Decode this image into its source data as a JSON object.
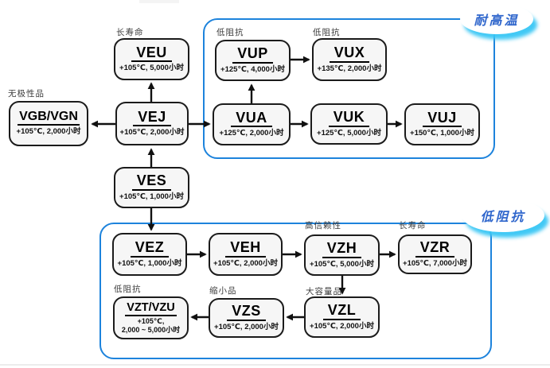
{
  "groups": [
    {
      "label": "耐高温",
      "members": [
        "VUP",
        "VUX",
        "VUA",
        "VUK",
        "VUJ"
      ]
    },
    {
      "label": "低阻抗",
      "members": [
        "VEZ",
        "VEH",
        "VZH",
        "VZR",
        "VZT/VZU",
        "VZS",
        "VZL"
      ]
    }
  ],
  "nodes": [
    {
      "tag": "长寿命",
      "name": "VEU",
      "spec": "+105℃, 5,000小时"
    },
    {
      "tag": "无极性品",
      "name": "VGB/VGN",
      "spec": "+105℃, 2,000小时"
    },
    {
      "name": "VEJ",
      "spec": "+105℃, 2,000小时"
    },
    {
      "name": "VES",
      "spec": "+105℃, 1,000小时"
    },
    {
      "tag": "低阻抗",
      "name": "VUP",
      "spec": "+125℃, 4,000小时"
    },
    {
      "tag": "低阻抗",
      "name": "VUX",
      "spec": "+135℃, 2,000小时"
    },
    {
      "name": "VUA",
      "spec": "+125℃, 2,000小时"
    },
    {
      "name": "VUK",
      "spec": "+125℃, 5,000小时"
    },
    {
      "name": "VUJ",
      "spec": "+150℃, 1,000小时"
    },
    {
      "name": "VEZ",
      "spec": "+105℃, 1,000小时"
    },
    {
      "name": "VEH",
      "spec": "+105℃, 2,000小时"
    },
    {
      "tag": "高信赖性",
      "name": "VZH",
      "spec": "+105℃, 5,000小时"
    },
    {
      "tag": "长寿命",
      "name": "VZR",
      "spec": "+105℃, 7,000小时"
    },
    {
      "tag": "低阻抗",
      "name": "VZT/VZU",
      "spec": "+105℃,\n2,000 ~ 5,000小时"
    },
    {
      "tag": "缩小品",
      "name": "VZS",
      "spec": "+105℃, 2,000小时"
    },
    {
      "tag": "大容量品",
      "name": "VZL",
      "spec": "+105℃, 2,000小时"
    }
  ],
  "edges": [
    {
      "from": "VEJ",
      "to": "VEU"
    },
    {
      "from": "VEJ",
      "to": "VGB/VGN"
    },
    {
      "from": "VEJ",
      "to": "VUA"
    },
    {
      "from": "VES",
      "to": "VEJ"
    },
    {
      "from": "VES",
      "to": "VEZ"
    },
    {
      "from": "VUA",
      "to": "VUP"
    },
    {
      "from": "VUP",
      "to": "VUX"
    },
    {
      "from": "VUA",
      "to": "VUK"
    },
    {
      "from": "VUK",
      "to": "VUJ"
    },
    {
      "from": "VEZ",
      "to": "VEH"
    },
    {
      "from": "VEH",
      "to": "VZH"
    },
    {
      "from": "VZH",
      "to": "VZR"
    },
    {
      "from": "VZH",
      "to": "VZL"
    },
    {
      "from": "VZL",
      "to": "VZS"
    },
    {
      "from": "VZS",
      "to": "VZT/VZU"
    }
  ],
  "colors": {
    "group_border": "#1d83dc",
    "badge_text": "#2f66cc",
    "badge_shadow": "#38c6f4",
    "box_fill": "#f6f6f6",
    "box_border": "#1b1b1b"
  }
}
